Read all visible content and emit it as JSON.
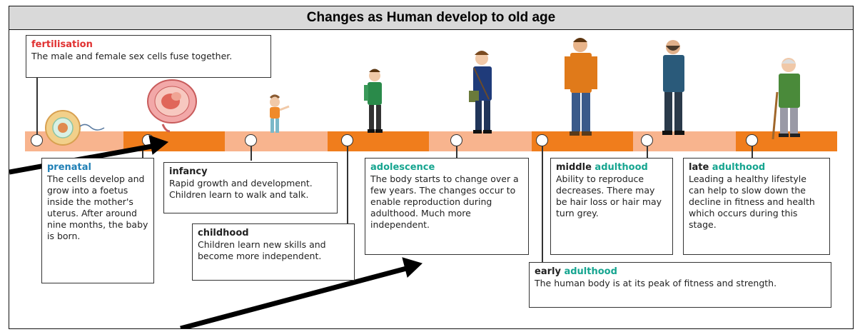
{
  "title": "Changes as Human develop to old age",
  "stages": {
    "fertilisation": {
      "name": "fertilisation",
      "text": "The male and female sex cells fuse together."
    },
    "prenatal": {
      "name": "prenatal",
      "text": "The cells develop and grow into a foetus inside the mother's uterus. After around nine months, the baby is born."
    },
    "infancy": {
      "name": "infancy",
      "text": "Rapid growth and development. Children learn to walk and talk."
    },
    "childhood": {
      "name": "childhood",
      "text": "Children learn new skills and become more independent."
    },
    "adolescence": {
      "name": "adolescence",
      "text": "The body starts to change over a few years. The changes occur to enable reproduction during adulthood. Much more independent."
    },
    "middle_adulthood": {
      "name_prefix": "middle",
      "name_suffix": "adulthood",
      "text": "Ability to reproduce decreases. There may be hair loss or hair may turn grey."
    },
    "late_adulthood": {
      "name_prefix": "late",
      "name_suffix": "adulthood",
      "text": "Leading a healthy lifestyle can help to slow down the decline in fitness and health which occurs during this stage."
    },
    "early_adulthood": {
      "name_prefix": "early",
      "name_suffix": "adulthood",
      "text": "The human body is at its peak of fitness and strength."
    }
  },
  "colors": {
    "dark_orange": "#f07d1c",
    "light_orange": "#f8b48e",
    "heading_red": "#e03030",
    "heading_teal": "#16a590",
    "heading_blue": "#1f7fb5"
  }
}
